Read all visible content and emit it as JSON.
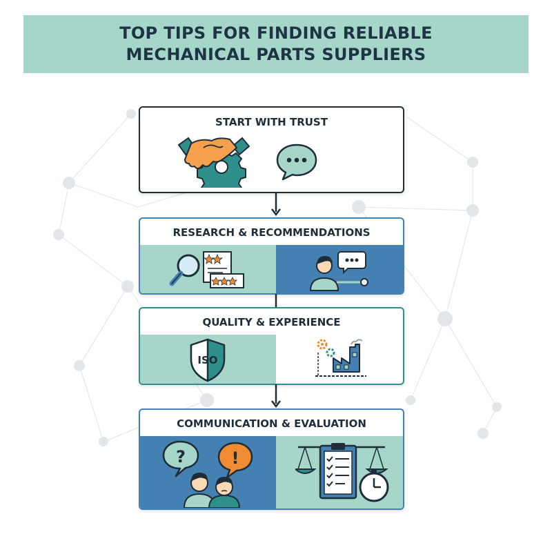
{
  "title": {
    "line1": "TOP TIPS FOR FINDING RELIABLE",
    "line2": "MECHANICAL PARTS SUPPLIERS"
  },
  "steps": [
    {
      "label": "START WITH TRUST",
      "icons": [
        "handshake-gear-icon",
        "speech-bubble-icon"
      ]
    },
    {
      "label": "RESEARCH & RECOMMENDATIONS",
      "icons": [
        "magnifier-ratings-icon",
        "person-chat-icon"
      ]
    },
    {
      "label": "QUALITY & EXPERIENCE",
      "icons": [
        "iso-shield-icon",
        "factory-icon"
      ]
    },
    {
      "label": "COMMUNICATION & EVALUATION",
      "icons": [
        "question-exclaim-people-icon",
        "checklist-scale-timer-icon"
      ]
    }
  ],
  "badges": {
    "iso": "ISO",
    "question": "?",
    "exclaim": "!"
  },
  "colors": {
    "mint": "#a6d5c9",
    "blue": "#4580b3",
    "navy": "#1f2d38",
    "teal": "#2f8f8a",
    "orange": "#f08b34"
  }
}
